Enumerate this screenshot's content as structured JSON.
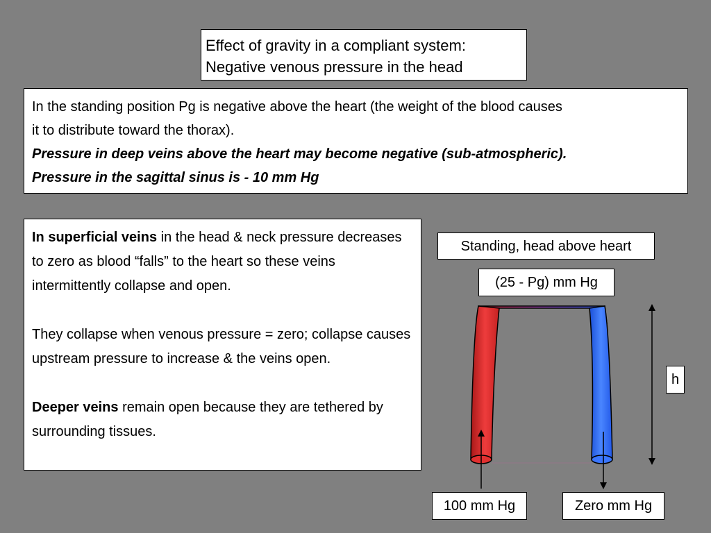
{
  "title": {
    "line1": "Effect of gravity  in a compliant system:",
    "line2": "Negative venous pressure in the head"
  },
  "intro": {
    "line1": "In the standing position Pg is negative above the heart (the weight of the blood causes",
    "line2": "it to distribute toward the thorax).",
    "line3": "Pressure in deep veins above the heart may become negative (sub-atmospheric).",
    "line4": "Pressure in the sagittal sinus is  - 10 mm Hg"
  },
  "superficial": {
    "p1_bold": "In superficial veins",
    "p1_rest": " in the head & neck pressure decreases to zero as blood “falls” to the heart so these veins intermittently collapse and open.",
    "p2": "They collapse when venous pressure = zero; collapse causes upstream pressure to increase & the veins open.",
    "p3_bold": "Deeper veins",
    "p3_rest": " remain open because they are tethered by surrounding tissues."
  },
  "diagram": {
    "standing_label": "Standing, head above heart",
    "top_pressure": "(25 - Pg) mm Hg",
    "height_label": "h",
    "left_pressure": "100 mm Hg",
    "right_pressure": "Zero mm Hg",
    "colors": {
      "arterial_side": "#dd2a2a",
      "venous_side": "#2f6bff",
      "background": "#808080"
    }
  }
}
